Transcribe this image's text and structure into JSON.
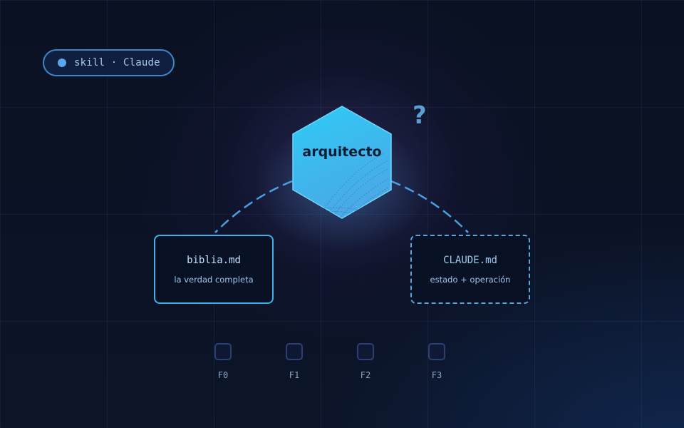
{
  "badge": {
    "text": "skill · Claude"
  },
  "center_node": {
    "label": "arquitecto",
    "annotation": "?"
  },
  "files": [
    {
      "name": "biblia.md",
      "description": "la verdad completa"
    },
    {
      "name": "CLAUDE.md",
      "description": "estado + operación"
    }
  ],
  "phases": [
    {
      "label": "F0"
    },
    {
      "label": "F1"
    },
    {
      "label": "F2"
    },
    {
      "label": "F3"
    }
  ],
  "colors": {
    "background": "#0b1224",
    "hexagon_fill_top": "#2ec6f5",
    "hexagon_fill_bottom": "#49aee8",
    "accent": "#3fb0ec",
    "connector": "#4a9ee0"
  },
  "icons": [
    "status-dot-icon",
    "question-mark-icon",
    "hexagon-node"
  ]
}
